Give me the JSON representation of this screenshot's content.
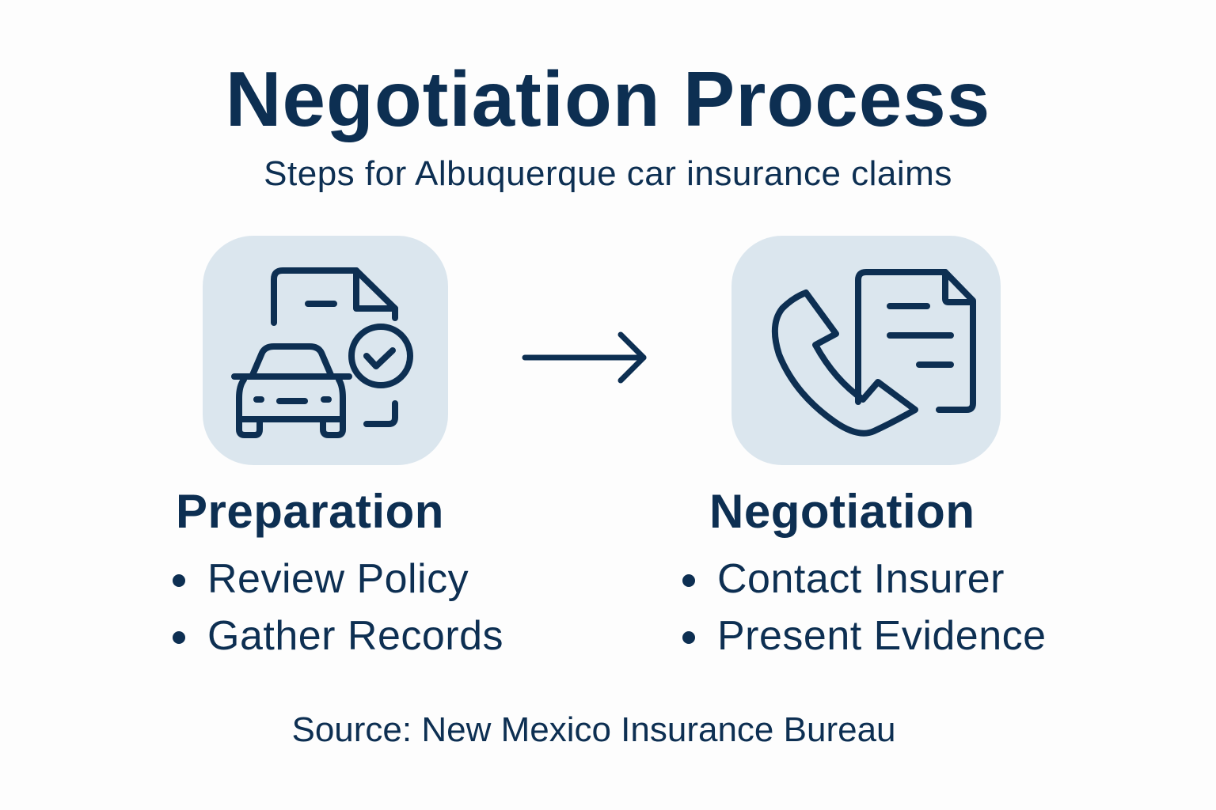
{
  "header": {
    "title": "Negotiation Process",
    "subtitle": "Steps for Albuquerque car insurance claims"
  },
  "steps": [
    {
      "icon": "car-document-check-icon",
      "title": "Preparation",
      "bullets": [
        "Review Policy",
        "Gather Records"
      ]
    },
    {
      "icon": "phone-document-icon",
      "title": "Negotiation",
      "bullets": [
        "Contact Insurer",
        "Present Evidence"
      ]
    }
  ],
  "connector": {
    "icon": "arrow-right-icon"
  },
  "footer": {
    "source": "Source: New Mexico Insurance Bureau"
  },
  "colors": {
    "primary": "#0d2f52",
    "tile_background": "#dbe6ee",
    "background": "#fdfdfd"
  }
}
